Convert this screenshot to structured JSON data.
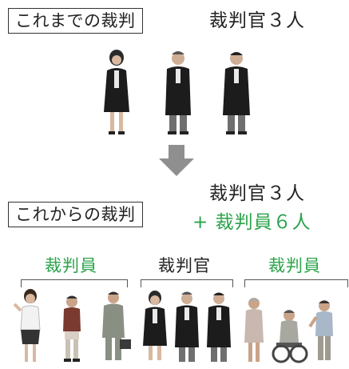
{
  "top": {
    "label": "これまでの裁判",
    "count": "裁判官３人"
  },
  "bottom": {
    "label": "これからの裁判",
    "count_judges": "裁判官３人",
    "count_lay": "+ 裁判員６人"
  },
  "groups": {
    "left": "裁判員",
    "center": "裁判官",
    "right": "裁判員"
  },
  "colors": {
    "green": "#2aa34a",
    "arrow": "#8f8f8f"
  }
}
